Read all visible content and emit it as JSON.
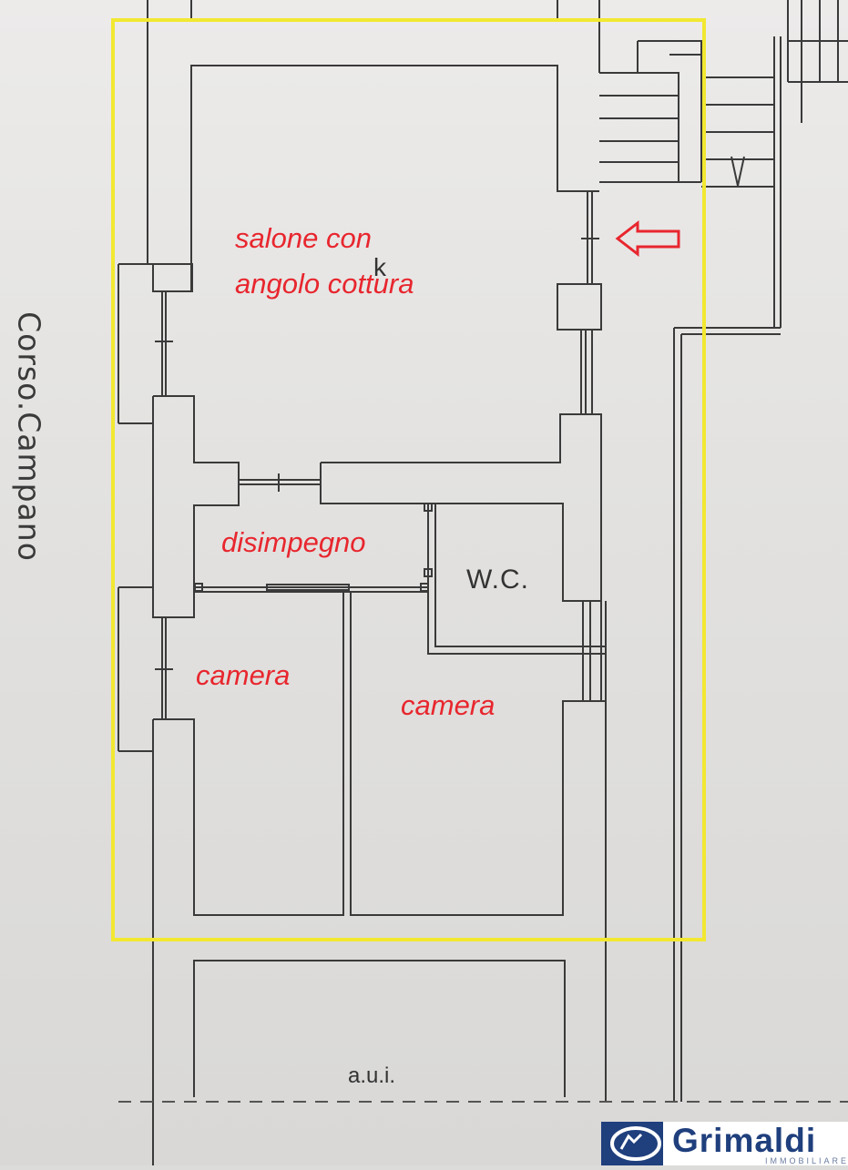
{
  "street_label": "Corso.Campano",
  "rooms": {
    "living": [
      "salone con",
      "angolo cottura"
    ],
    "hall": "disimpegno",
    "bedroom_left": "camera",
    "bedroom_right": "camera"
  },
  "plan_labels": {
    "kitchen_mark": "k",
    "wc": "W.C.",
    "aui": "a.u.i."
  },
  "logo": {
    "name": "Grimaldi",
    "sub": "IMMOBILIARE"
  },
  "colors": {
    "highlight": "#f2e831",
    "annotation": "#e8262e",
    "wall": "#3a3a3a",
    "brand": "#1f3f7d"
  },
  "icons": {
    "entrance": "arrow-left-icon",
    "stair": "arrow-down-icon"
  }
}
